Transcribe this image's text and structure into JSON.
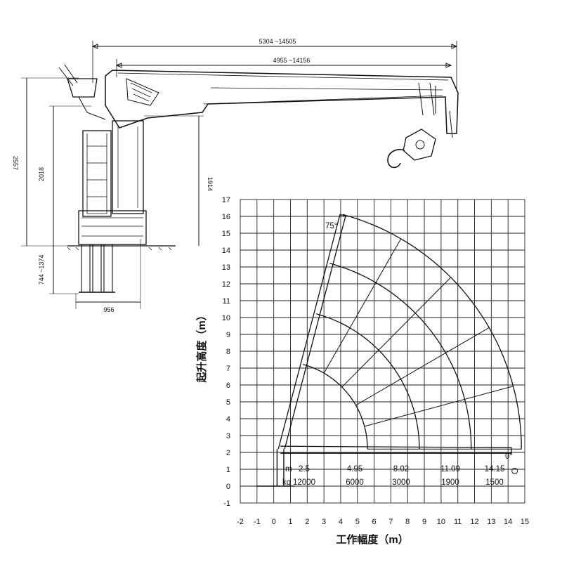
{
  "crane_drawing": {
    "dims": {
      "boom_reach_total": "5304 ~14505",
      "boom_reach_inner": "4955 ~14156",
      "overall_height": "2557",
      "column_height": "2018",
      "boom_pivot_height": "1914",
      "outrigger_depth": "744 ~1374",
      "base_width": "956"
    }
  },
  "chart_data": {
    "type": "crane_load_chart",
    "xlabel": "工作幅度（m）",
    "ylabel": "起升高度（m）",
    "xlim": [
      -2,
      15
    ],
    "ylim": [
      -1,
      17
    ],
    "x_ticks": [
      "-2",
      "-1",
      "0",
      "1",
      "2",
      "3",
      "4",
      "5",
      "6",
      "7",
      "8",
      "9",
      "10",
      "11",
      "12",
      "13",
      "14",
      "15"
    ],
    "y_ticks": [
      "-1",
      "0",
      "1",
      "2",
      "3",
      "4",
      "5",
      "6",
      "7",
      "8",
      "9",
      "10",
      "11",
      "12",
      "13",
      "14",
      "15",
      "16",
      "17"
    ],
    "angle_labels": [
      "75°",
      "0°"
    ],
    "boom_angle_deg": 75,
    "boom_pivot": [
      0.4,
      2.2
    ],
    "reach_radii_m": [
      5.2,
      8.3,
      11.4,
      14.4
    ],
    "capacity_table": {
      "row1_unit": "m",
      "row2_unit": "kg",
      "radius": [
        "2.5",
        "4.95",
        "8.02",
        "11.09",
        "14.15"
      ],
      "load": [
        "12000",
        "6000",
        "3000",
        "1900",
        "1500"
      ]
    }
  }
}
